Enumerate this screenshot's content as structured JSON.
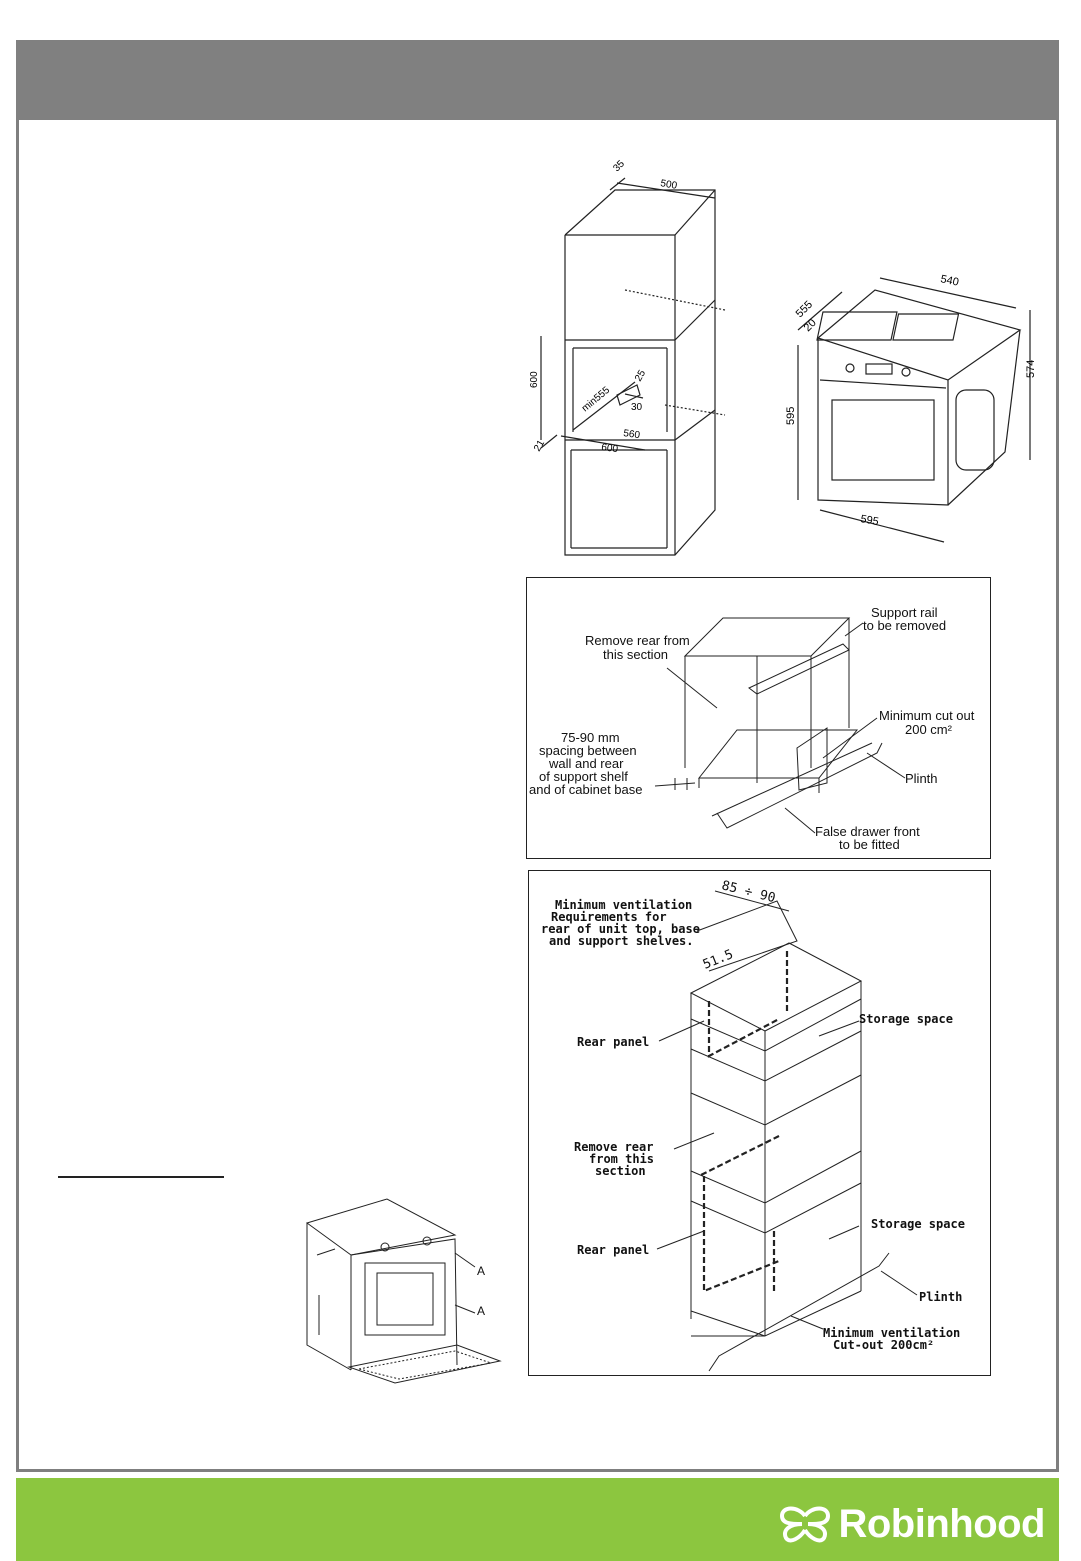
{
  "brand": {
    "name": "Robinhood",
    "accent": "#8cc63f",
    "header_color": "#808080"
  },
  "diagram1": {
    "d35": "35",
    "d500": "500",
    "d600v": "600",
    "d555": "min555",
    "d25": "25",
    "d30": "30",
    "d560": "560",
    "d600h": "600",
    "d21": "21"
  },
  "diagram2": {
    "d540": "540",
    "d555": "555",
    "d20": "20",
    "d574": "574",
    "d595v": "595",
    "d595h": "595"
  },
  "panel1": {
    "remove_rear_1": "Remove rear from",
    "remove_rear_2": "this section",
    "support_rail_1": "Support rail",
    "support_rail_2": "to be removed",
    "min_cut_1": "Minimum cut out",
    "min_cut_2": "200 cm²",
    "spacing_1": "75-90 mm",
    "spacing_2": "spacing between",
    "spacing_3": "wall and rear",
    "spacing_4": "of support shelf",
    "spacing_5": "and of cabinet base",
    "plinth": "Plinth",
    "false_drawer_1": "False drawer front",
    "false_drawer_2": "to be fitted"
  },
  "panel2": {
    "vent_1": "Minimum ventilation",
    "vent_2": "Requirements for",
    "vent_3": "rear of unit top, base",
    "vent_4": "and support shelves.",
    "d85": "85 ÷ 90",
    "d51": "51.5",
    "rear_panel_top": "Rear panel",
    "storage_top": "Storage space",
    "remove_1": "Remove rear",
    "remove_2": "from this",
    "remove_3": "section",
    "rear_panel_bottom": "Rear panel",
    "storage_bottom": "Storage space",
    "plinth": "Plinth",
    "min_vent_1": "Minimum ventilation",
    "min_vent_2": "Cut-out 200cm²"
  },
  "oven_open": {
    "label_a1": "A",
    "label_a2": "A"
  }
}
